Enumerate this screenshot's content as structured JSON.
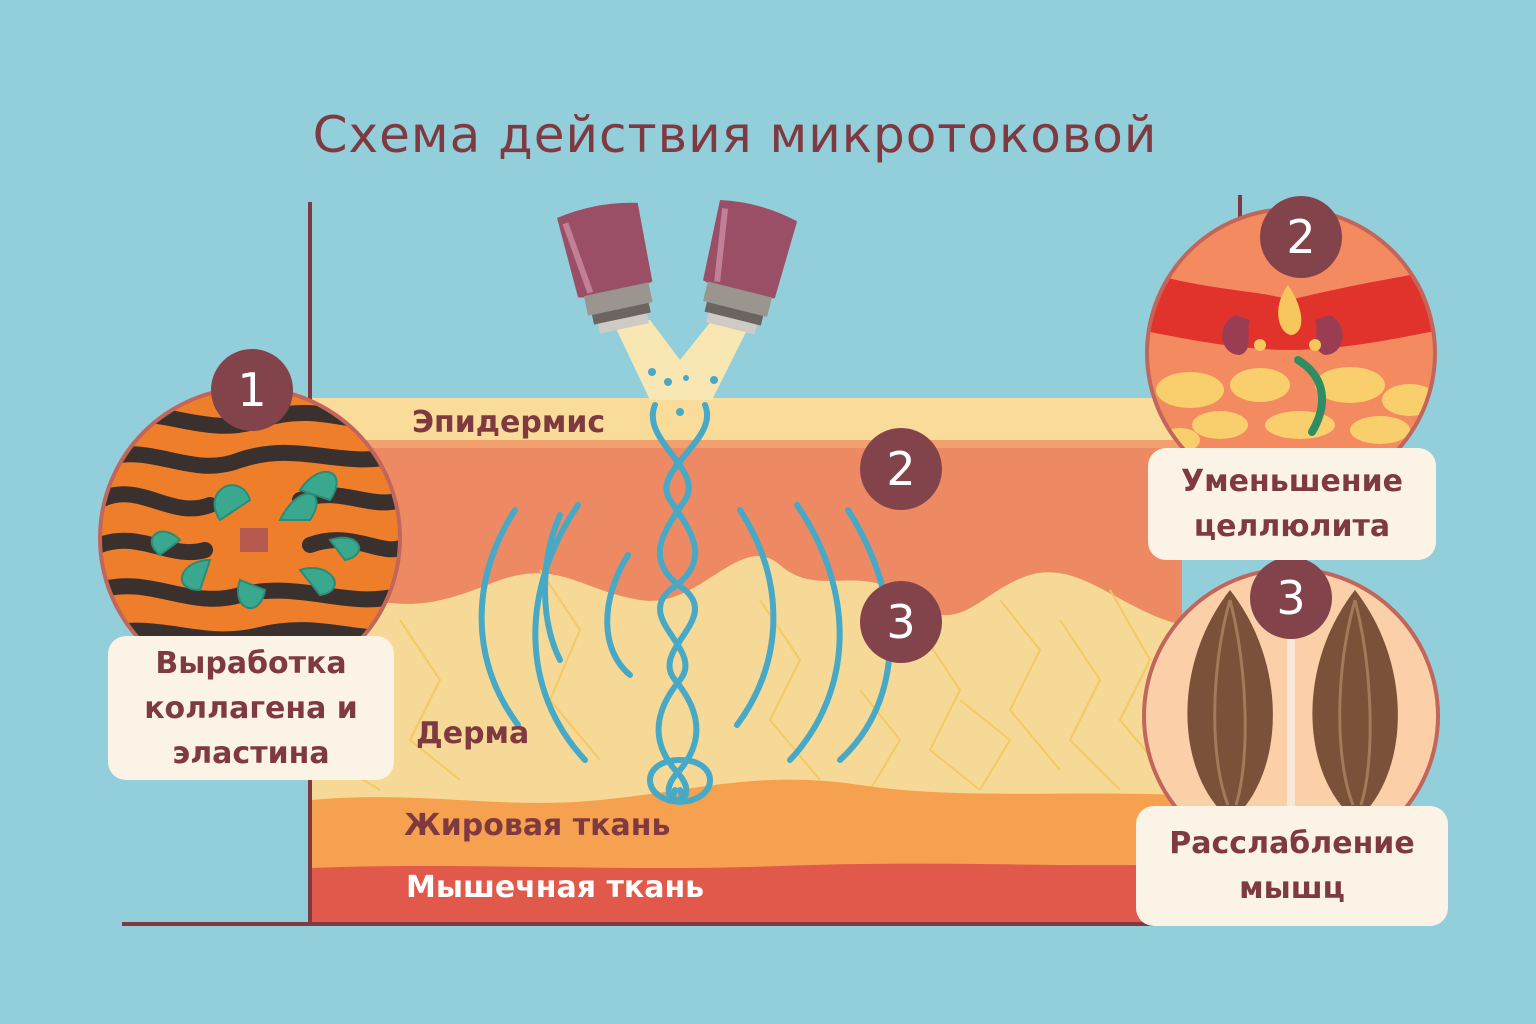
{
  "title": "Схема действия микротоковой",
  "layers": {
    "epidermis": "Эпидермис",
    "dermis": "Дерма",
    "fat": "Жировая ткань",
    "muscle": "Мышечная ткань"
  },
  "badges": {
    "one": "1",
    "two": "2",
    "three": "3"
  },
  "effects": {
    "collagen": "Выработка коллагена и эластина",
    "cellulite": "Уменьшение целлюлита",
    "muscles": "Расслабление мышц"
  },
  "colors": {
    "background": "#92cfdb",
    "accent": "#83434b",
    "epidermis": "#f9dc99",
    "dermis_top": "#ee8a63",
    "dermis": "#f7d997",
    "fat": "#f6a14f",
    "muscle": "#e1594a",
    "waves": "#47a9c6"
  },
  "icons": [
    "electrode-icon",
    "skin-layers-icon",
    "current-wave-icon",
    "collagen-fibers-icon",
    "fat-cells-icon",
    "muscle-fibers-icon"
  ]
}
